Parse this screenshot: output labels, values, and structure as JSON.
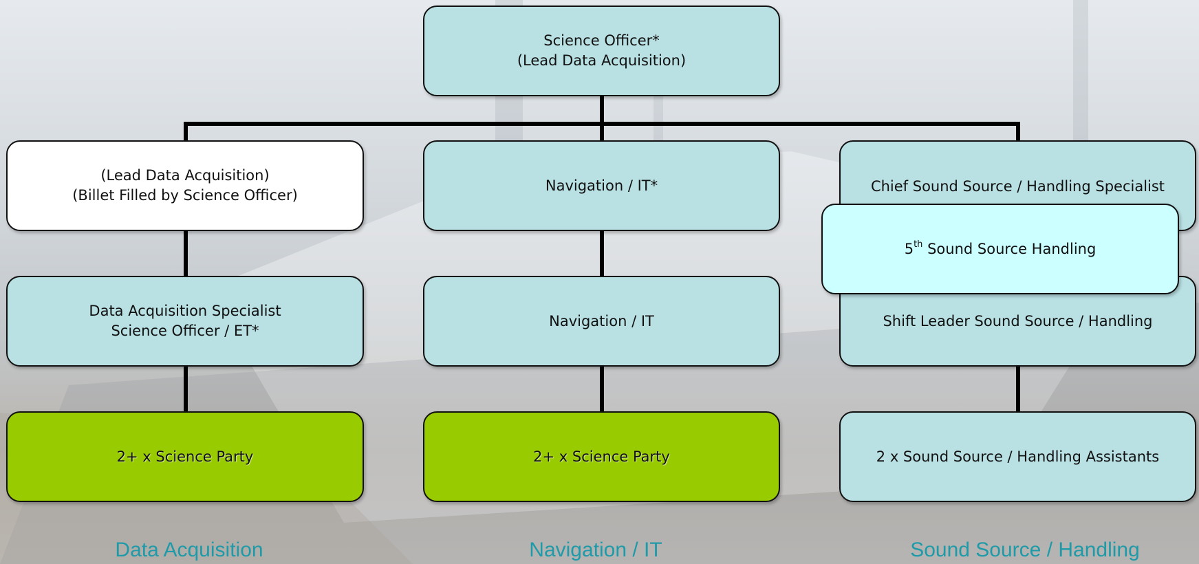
{
  "nodes": {
    "science_officer": {
      "line1": "Science Officer*",
      "line2": "(Lead Data Acquisition)"
    },
    "lead_data_acquisition": {
      "line1": "(Lead Data Acquisition)",
      "line2": "(Billet Filled by Science Officer)"
    },
    "navigation_it_lead": {
      "line1": "Navigation / IT*"
    },
    "chief_sound_source": {
      "line1": "Chief Sound Source / Handling Specialist"
    },
    "fifth_sound_source": {
      "prefix": "5",
      "sup": "th",
      "rest": " Sound Source Handling"
    },
    "data_acq_specialist": {
      "line1": "Data Acquisition Specialist",
      "line2": "Science Officer / ET*"
    },
    "navigation_it": {
      "line1": "Navigation / IT"
    },
    "shift_leader_sound_source": {
      "line1": "Shift Leader Sound Source / Handling"
    },
    "science_party_1": {
      "line1": "2+ x Science Party"
    },
    "science_party_2": {
      "line1": "2+ x Science Party"
    },
    "sound_source_assistants": {
      "line1": "2 x Sound Source / Handling Assistants"
    }
  },
  "footers": {
    "data_acquisition": "Data Acquisition",
    "navigation_it": "Navigation / IT",
    "sound_source_handling": "Sound Source / Handling"
  },
  "colors": {
    "teal_box": "#b9e0e3",
    "lime_box": "#99cc00",
    "cyan_box": "#ccffff",
    "footer_text": "#1f9aa8"
  }
}
